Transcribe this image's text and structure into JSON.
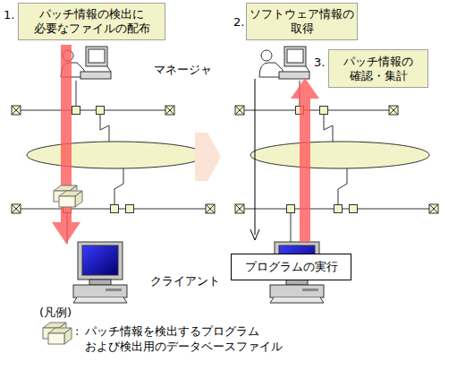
{
  "diagram": {
    "nodes": [
      {
        "text": [
          "1.",
          "パッチ情報の検出に 必要なファイルの配布"
        ]
      },
      {
        "text": [
          "2.",
          "ソフトウェア情報の 取得"
        ]
      },
      {
        "text": [
          "3.",
          "パッチ情報の 確認・集計"
        ]
      },
      {
        "text": [
          "プログラムの実行"
        ]
      }
    ],
    "labels": [
      "マネージャ",
      "クライアント",
      "(凡例)",
      ":"
    ],
    "legend": [
      {
        "text": "パッチ情報を検出するプログラム および検出用のデータベースファイル"
      }
    ]
  }
}
